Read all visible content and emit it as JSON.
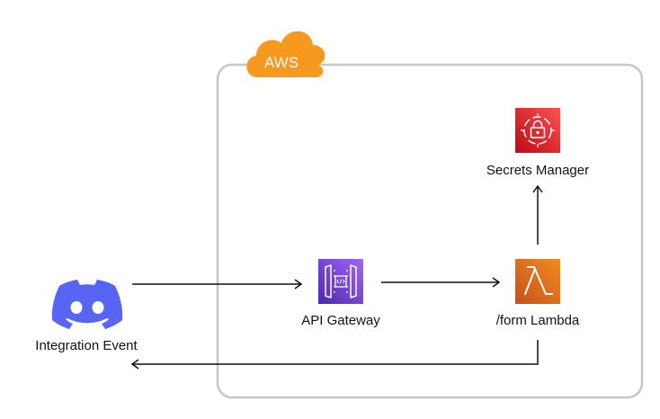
{
  "cloud": {
    "label": "AWS",
    "color": "#F7981F"
  },
  "nodes": {
    "discord": {
      "label": "Integration Event",
      "icon": "discord-icon",
      "color": "#5865F2"
    },
    "api_gateway": {
      "label": "API Gateway",
      "icon": "api-gateway-icon",
      "color": "#8C4FFF"
    },
    "lambda": {
      "label": "/form Lambda",
      "icon": "lambda-icon",
      "color": "#ED7100"
    },
    "secrets": {
      "label": "Secrets Manager",
      "icon": "secrets-manager-icon",
      "color": "#DD344C"
    }
  },
  "connectors": [
    {
      "from": "discord",
      "to": "api_gateway"
    },
    {
      "from": "api_gateway",
      "to": "lambda"
    },
    {
      "from": "lambda",
      "to": "secrets"
    },
    {
      "from": "lambda",
      "to": "discord"
    }
  ]
}
